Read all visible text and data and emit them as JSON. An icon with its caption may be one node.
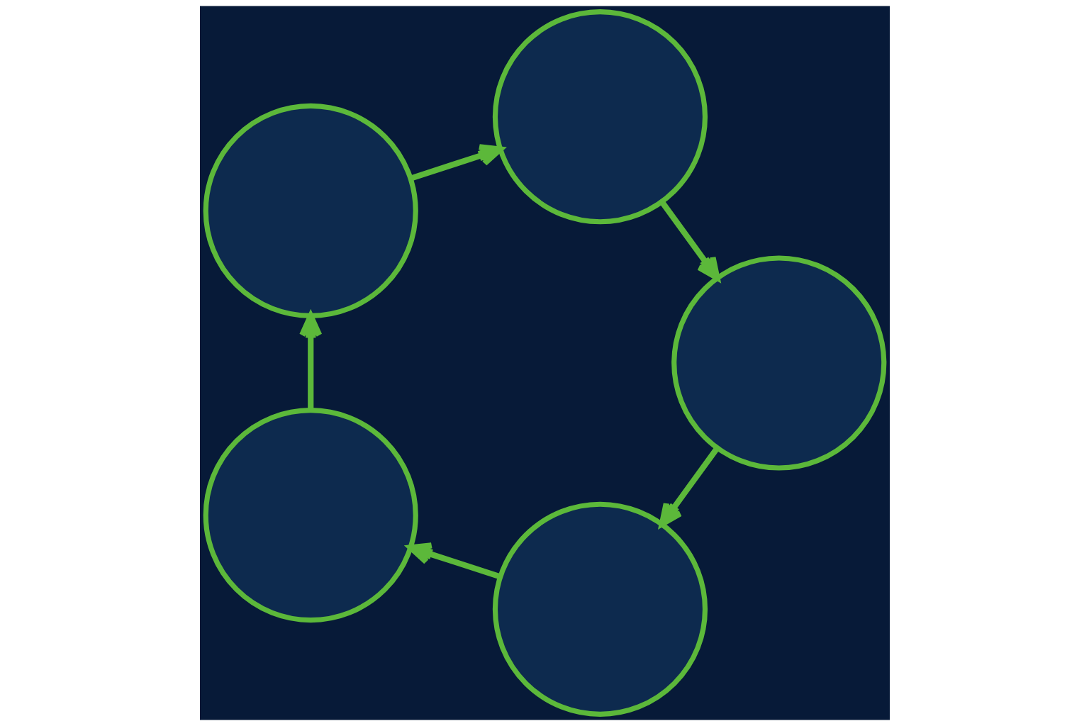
{
  "diagram": {
    "nodes": [
      {
        "text": [],
        "shape": "circle"
      },
      {
        "text": [],
        "shape": "circle"
      },
      {
        "text": [],
        "shape": "circle"
      },
      {
        "text": [],
        "shape": "circle"
      },
      {
        "text": [],
        "shape": "circle"
      }
    ],
    "edges": [
      {
        "from": 0,
        "to": 2,
        "arrow": "to"
      },
      {
        "from": 2,
        "to": 4,
        "arrow": "to"
      },
      {
        "from": 4,
        "to": 3,
        "arrow": "to"
      },
      {
        "from": 3,
        "to": 1,
        "arrow": "to"
      },
      {
        "from": 1,
        "to": 0,
        "arrow": "to"
      }
    ]
  }
}
